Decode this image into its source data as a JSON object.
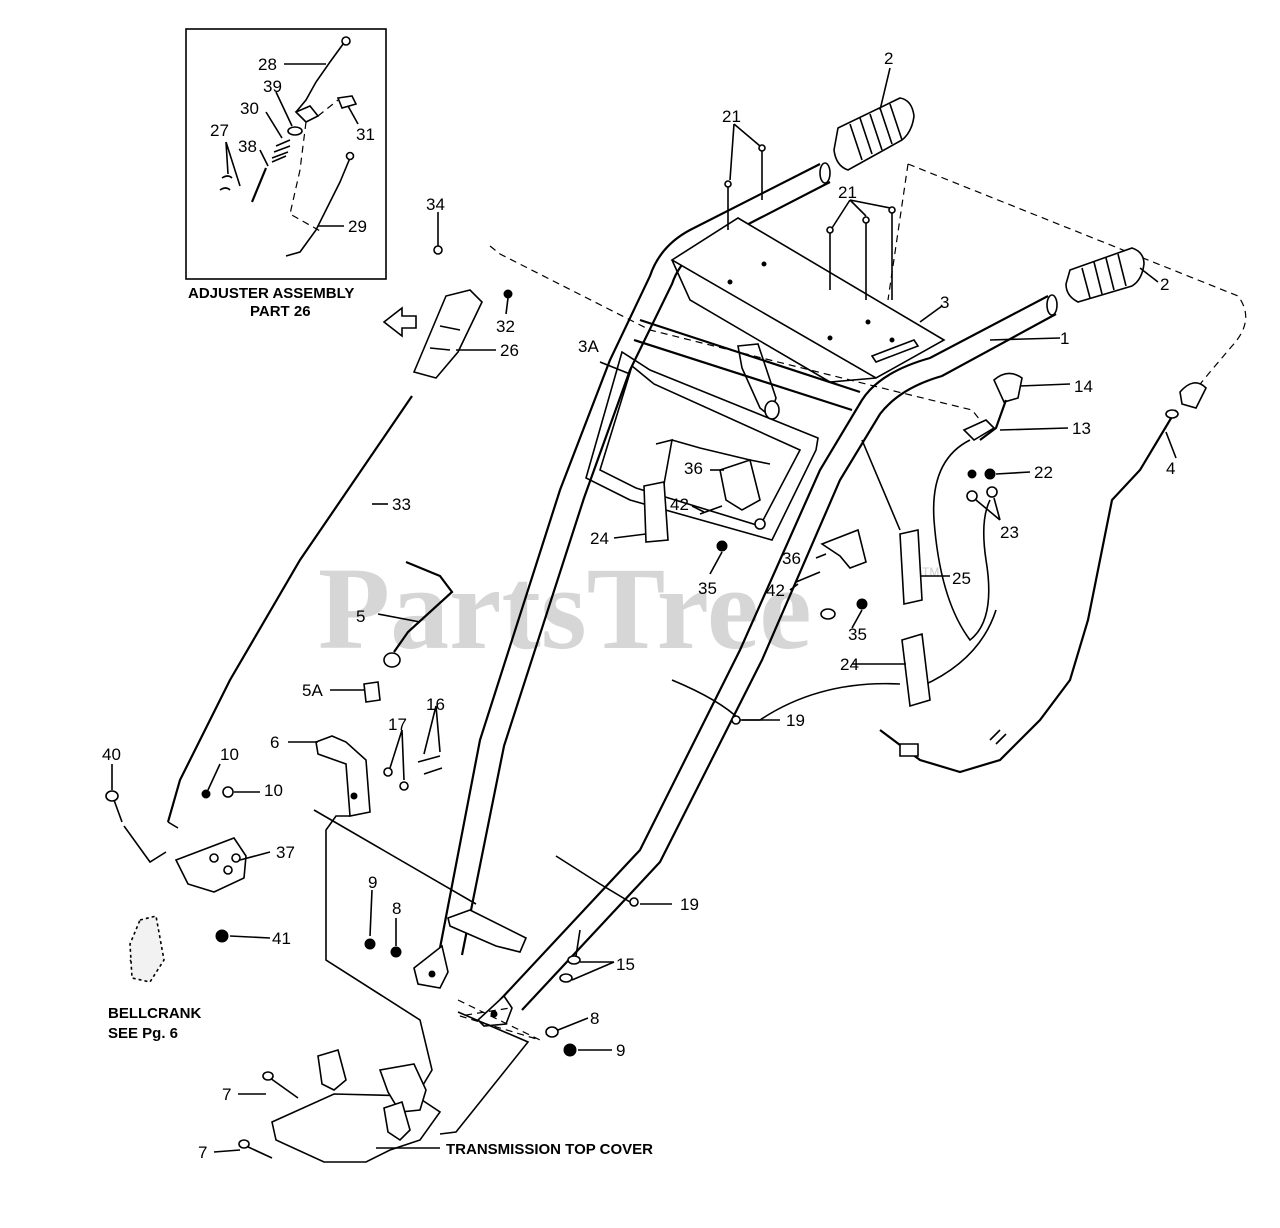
{
  "watermark": "PartsTree",
  "watermark_tm": "TM",
  "inset": {
    "caption_line1": "ADJUSTER ASSEMBLY",
    "caption_line2": "PART 26"
  },
  "captions": {
    "bellcrank_line1": "BELLCRANK",
    "bellcrank_line2": "SEE Pg. 6",
    "transmission_cover": "TRANSMISSION TOP COVER"
  },
  "callouts": {
    "c28": "28",
    "c39": "39",
    "c30": "30",
    "c27": "27",
    "c38": "38",
    "c31": "31",
    "c29": "29",
    "c34": "34",
    "c32": "32",
    "c26": "26",
    "c33": "33",
    "c2a": "2",
    "c2b": "2",
    "c21a": "21",
    "c21b": "21",
    "c3": "3",
    "c3a": "3A",
    "c1": "1",
    "c14": "14",
    "c13": "13",
    "c22": "22",
    "c23": "23",
    "c4": "4",
    "c36a": "36",
    "c42a": "42",
    "c24a": "24",
    "c35a": "35",
    "c36b": "36",
    "c42b": "42",
    "c25": "25",
    "c35b": "35",
    "c24b": "24",
    "c5": "5",
    "c5a": "5A",
    "c6": "6",
    "c17": "17",
    "c16": "16",
    "c40": "40",
    "c10a": "10",
    "c10b": "10",
    "c37": "37",
    "c41": "41",
    "c19a": "19",
    "c19b": "19",
    "c15": "15",
    "c9a": "9",
    "c8a": "8",
    "c8b": "8",
    "c9b": "9",
    "c7a": "7",
    "c7b": "7"
  }
}
